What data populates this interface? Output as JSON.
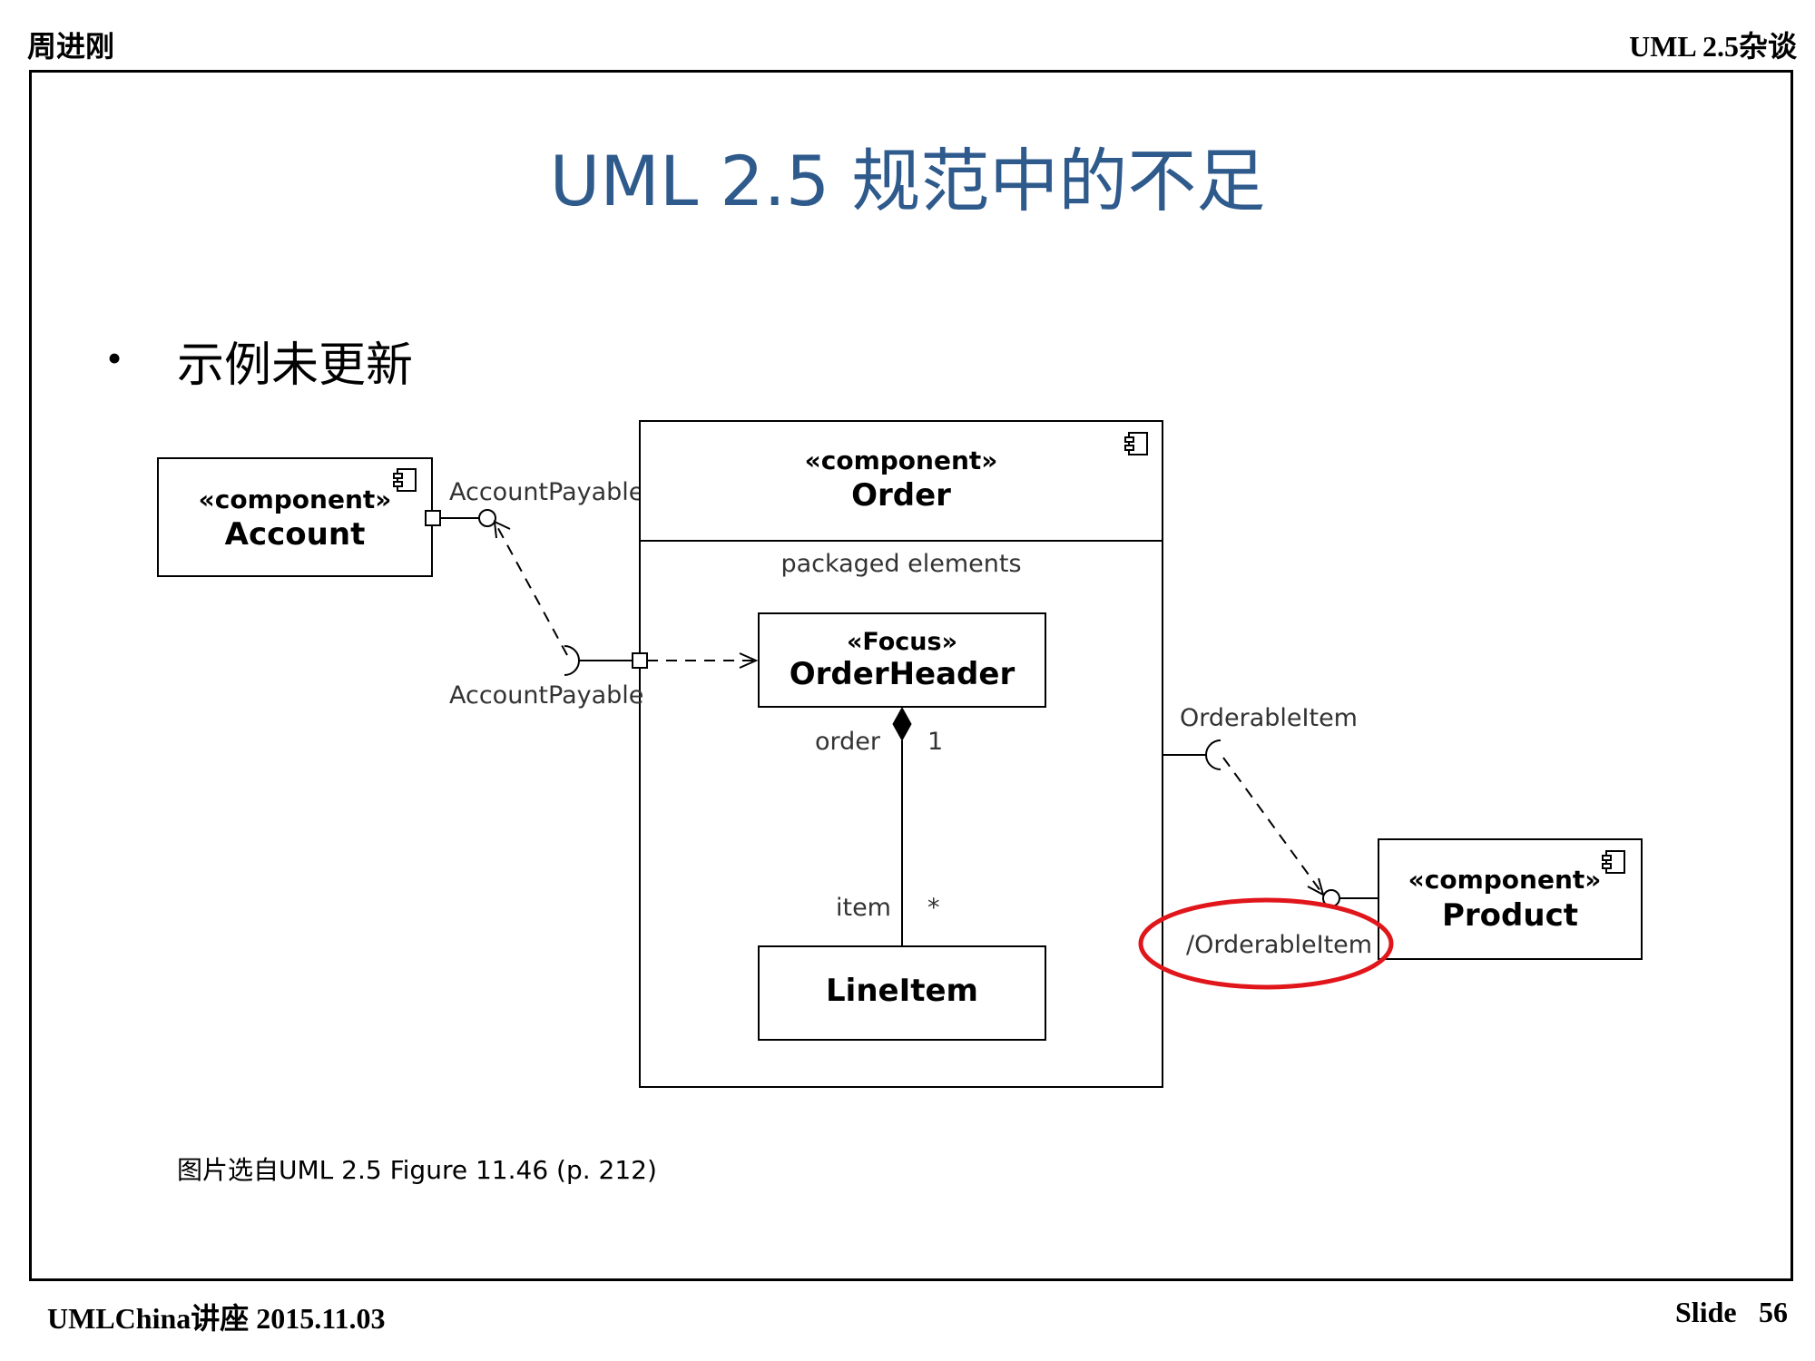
{
  "header": {
    "author": "周进刚",
    "topic": "UML 2.5杂谈"
  },
  "footer": {
    "lecture": "UMLChina讲座 2015.11.03",
    "slide_label": "Slide",
    "slide_number": "56"
  },
  "slide": {
    "title": "UML 2.5 规范中的不足",
    "bullet": "示例未更新",
    "caption": "图片选自UML 2.5 Figure 11.46 (p. 212)"
  },
  "diagram": {
    "account": {
      "stereotype": "«component»",
      "name": "Account"
    },
    "order": {
      "stereotype": "«component»",
      "name": "Order",
      "compartment": "packaged elements"
    },
    "order_header": {
      "stereotype": "«Focus»",
      "name": "OrderHeader"
    },
    "line_item": {
      "name": "LineItem"
    },
    "product": {
      "stereotype": "«component»",
      "name": "Product"
    },
    "labels": {
      "account_provided": "AccountPayable",
      "order_required": "AccountPayable",
      "role_order": "order",
      "mult_order": "1",
      "role_item": "item",
      "mult_item": "*",
      "order_required_product": "OrderableItem",
      "product_provided": "/OrderableItem"
    },
    "highlight_color": "#e0161b"
  }
}
